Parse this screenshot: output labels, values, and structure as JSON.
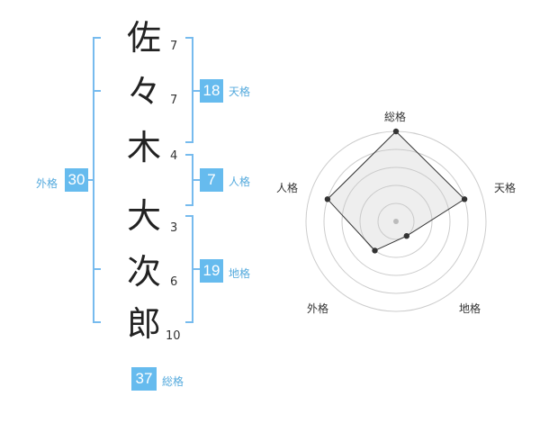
{
  "accent": "#66bbee",
  "accent_text": "#55aadd",
  "characters": [
    {
      "char": "佐",
      "strokes": "7"
    },
    {
      "char": "々",
      "strokes": "7"
    },
    {
      "char": "木",
      "strokes": "4"
    },
    {
      "char": "大",
      "strokes": "3"
    },
    {
      "char": "次",
      "strokes": "6"
    },
    {
      "char": "郎",
      "strokes": "10"
    }
  ],
  "fortunes": {
    "tenkaku": {
      "value": "18",
      "label": "天格"
    },
    "jinkaku": {
      "value": "7",
      "label": "人格"
    },
    "chikaku": {
      "value": "19",
      "label": "地格"
    },
    "gaikaku": {
      "value": "30",
      "label": "外格"
    },
    "soukaku": {
      "value": "37",
      "label": "総格"
    }
  },
  "chart_data": {
    "type": "radar",
    "axes": [
      "総格",
      "天格",
      "地格",
      "外格",
      "人格"
    ],
    "values": [
      5,
      4,
      1,
      2,
      4
    ],
    "rmax": 5,
    "rings": 5,
    "grid": true
  }
}
